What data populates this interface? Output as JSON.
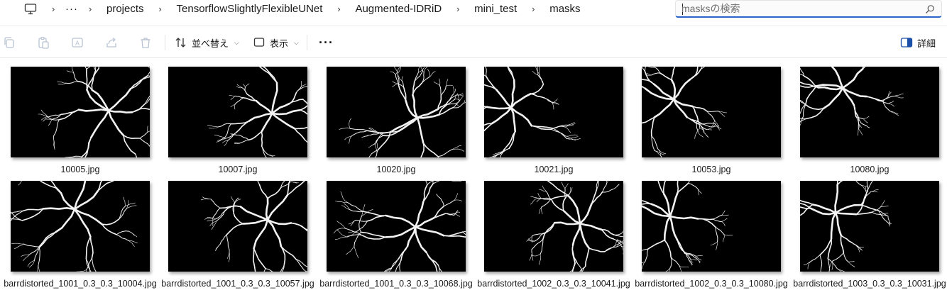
{
  "breadcrumb": {
    "overflow": "···",
    "items": [
      "projects",
      "TensorflowSlightlyFlexibleUNet",
      "Augmented-IDRiD",
      "mini_test",
      "masks"
    ]
  },
  "search": {
    "placeholder": "masksの検索",
    "value": ""
  },
  "toolbar": {
    "sort_label": "並べ替え",
    "view_label": "表示",
    "more_label": "···",
    "details_label": "詳細"
  },
  "files": [
    {
      "name": "10005.jpg"
    },
    {
      "name": "10007.jpg"
    },
    {
      "name": "10020.jpg"
    },
    {
      "name": "10021.jpg"
    },
    {
      "name": "10053.jpg"
    },
    {
      "name": "10080.jpg"
    },
    {
      "name": "barrdistorted_1001_0.3_0.3_10004.jpg"
    },
    {
      "name": "barrdistorted_1001_0.3_0.3_10057.jpg"
    },
    {
      "name": "barrdistorted_1001_0.3_0.3_10068.jpg"
    },
    {
      "name": "barrdistorted_1002_0.3_0.3_10041.jpg"
    },
    {
      "name": "barrdistorted_1002_0.3_0.3_10080.jpg"
    },
    {
      "name": "barrdistorted_1003_0.3_0.3_10031.jpg"
    }
  ],
  "colors": {
    "accent": "#2c64c8",
    "thumb_bg": "#000000",
    "vessel": "#ffffff",
    "disabled_icon": "#b9c3d3"
  }
}
